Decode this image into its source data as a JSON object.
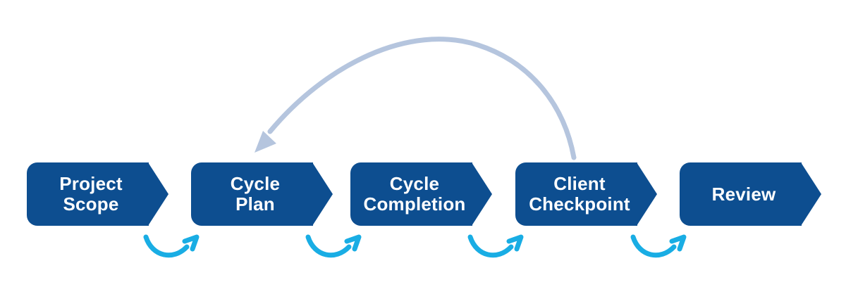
{
  "diagram": {
    "type": "process-flow",
    "steps": [
      {
        "label": "Project Scope",
        "line1": "Project",
        "line2": "Scope"
      },
      {
        "label": "Cycle Plan",
        "line1": "Cycle",
        "line2": "Plan"
      },
      {
        "label": "Cycle Completion",
        "line1": "Cycle",
        "line2": "Completion"
      },
      {
        "label": "Client Checkpoint",
        "line1": "Client",
        "line2": "Checkpoint"
      },
      {
        "label": "Review",
        "line1": "Review",
        "line2": ""
      }
    ],
    "connectors": {
      "forward": [
        {
          "from": "Project Scope",
          "to": "Cycle Plan"
        },
        {
          "from": "Cycle Plan",
          "to": "Cycle Completion"
        },
        {
          "from": "Cycle Completion",
          "to": "Client Checkpoint"
        },
        {
          "from": "Client Checkpoint",
          "to": "Review"
        }
      ],
      "loop_back": {
        "from": "Client Checkpoint",
        "to": "Cycle Plan"
      }
    },
    "colors": {
      "box": "#0d4e90",
      "text": "#ffffff",
      "forward_arrow": "#19ade4",
      "loop_arrow": "#b5c5de"
    }
  }
}
